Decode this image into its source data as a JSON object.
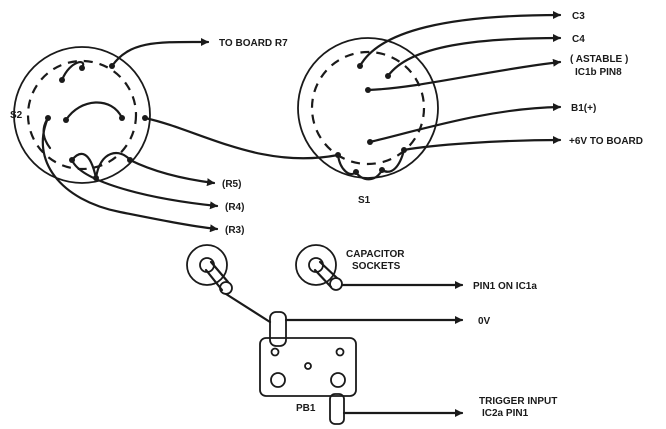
{
  "switch_s2": {
    "label": "S2"
  },
  "switch_s1": {
    "label": "S1"
  },
  "wires": {
    "to_board_r7": "TO BOARD R7",
    "r5": "(R5)",
    "r4": "(R4)",
    "r3": "(R3)",
    "c3": "C3",
    "c4": "C4",
    "astable": "( ASTABLE )",
    "ic1b_pin8": "IC1b PIN8",
    "b1_plus": "B1(+)",
    "plus6v_to_board": "+6V TO BOARD",
    "pin1_on_ic1a": "PIN1 ON IC1a",
    "zero_v": "0V",
    "trigger_input": "TRIGGER INPUT",
    "ic2a_pin1": "IC2a PIN1"
  },
  "capacitor_sockets": {
    "line1": "CAPACITOR",
    "line2": "SOCKETS"
  },
  "pushbutton": {
    "label": "PB1"
  }
}
